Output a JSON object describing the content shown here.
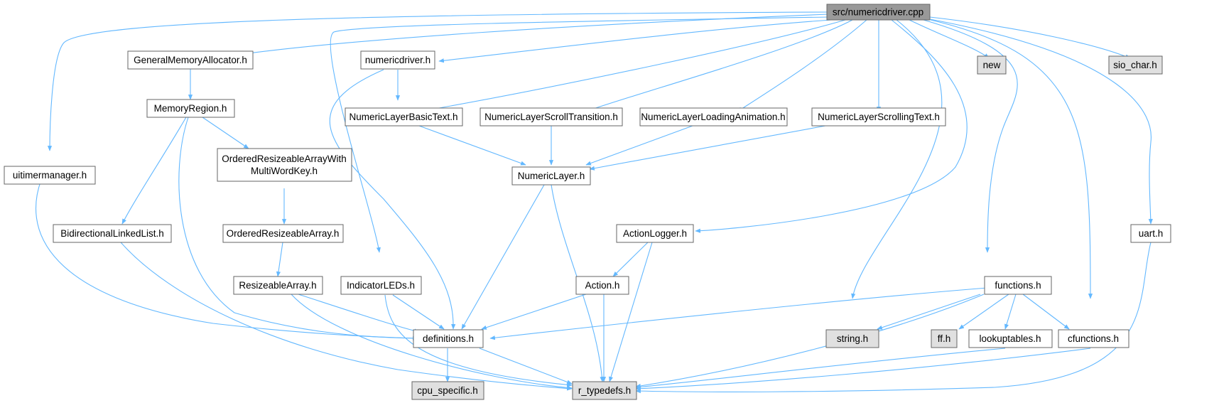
{
  "colors": {
    "edge": "#63b8ff",
    "root_fill": "#999999",
    "node_fill": "#ffffff",
    "external_fill": "#e0e0e0",
    "node_border": "#666666"
  },
  "nodes": {
    "root": "src/numericdriver.cpp",
    "gma": "GeneralMemoryAllocator.h",
    "nd": "numericdriver.h",
    "newh": "new",
    "sio": "sio_char.h",
    "memreg": "MemoryRegion.h",
    "nlbt": "NumericLayerBasicText.h",
    "nlst": "NumericLayerScrollTransition.h",
    "nlla": "NumericLayerLoadingAnimation.h",
    "nlsct": "NumericLayerScrollingText.h",
    "uitm": "uitimermanager.h",
    "oramwk1": "OrderedResizeableArrayWith",
    "oramwk2": "MultiWordKey.h",
    "nl": "NumericLayer.h",
    "bll": "BidirectionalLinkedList.h",
    "ora": "OrderedResizeableArray.h",
    "al": "ActionLogger.h",
    "uart": "uart.h",
    "ra": "ResizeableArray.h",
    "led": "IndicatorLEDs.h",
    "act": "Action.h",
    "fn": "functions.h",
    "defs": "definitions.h",
    "str": "string.h",
    "ff": "ff.h",
    "lut": "lookuptables.h",
    "cfn": "cfunctions.h",
    "cpu": "cpu_specific.h",
    "rt": "r_typedefs.h"
  }
}
